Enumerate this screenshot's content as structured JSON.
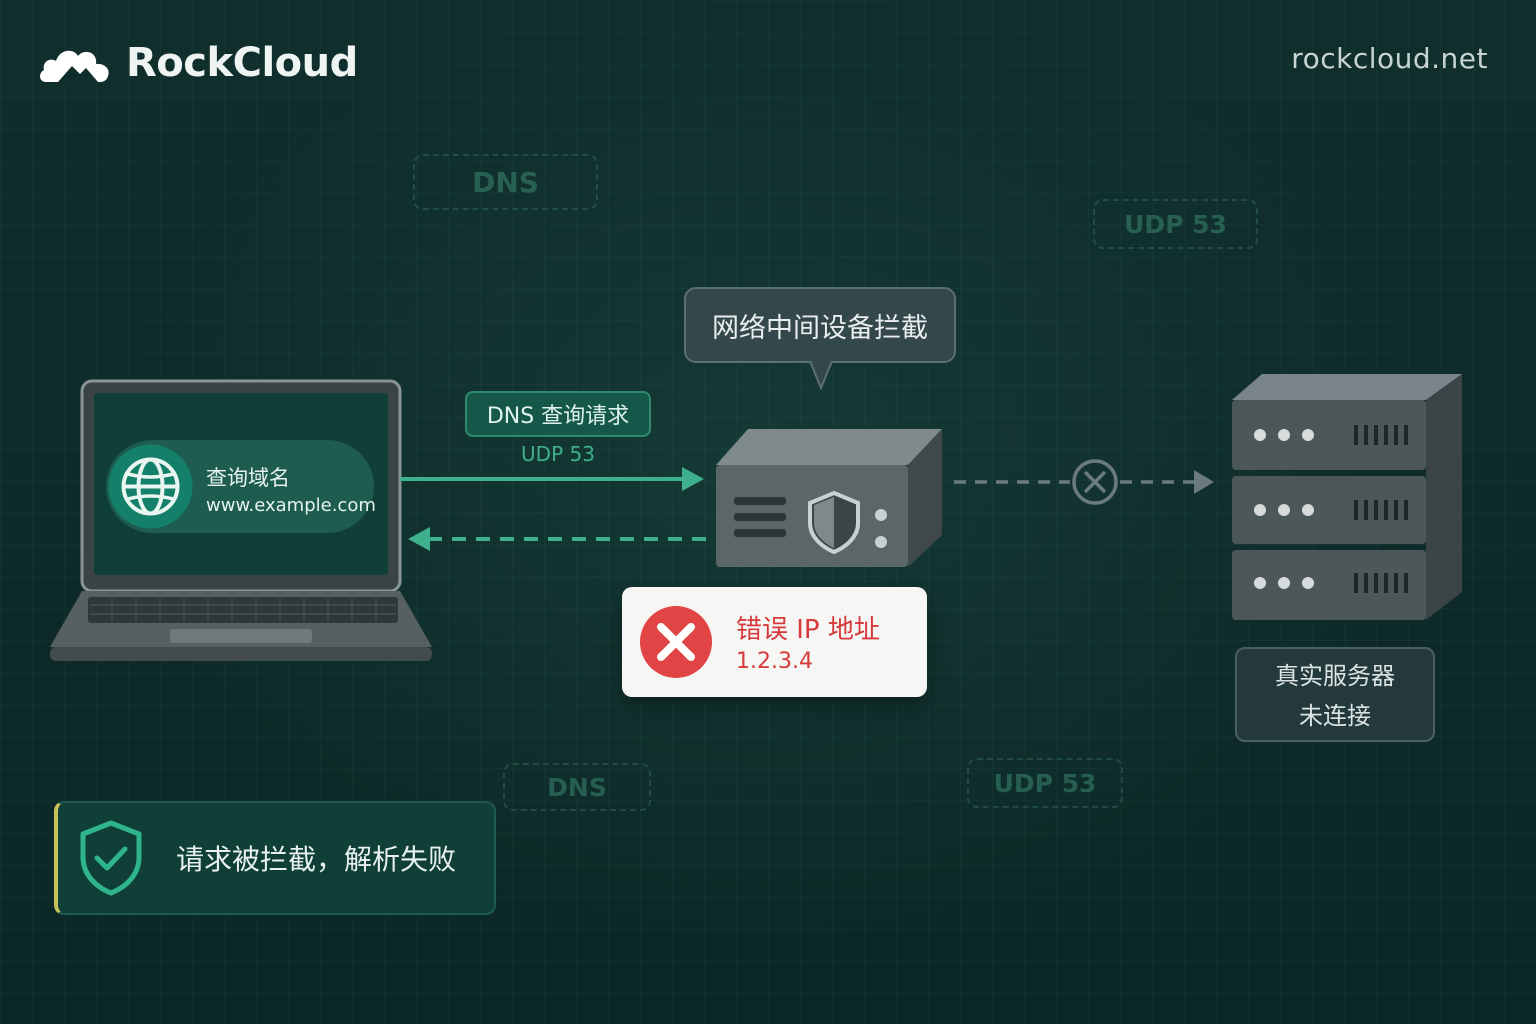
{
  "brand": {
    "name": "RockCloud",
    "url": "rockcloud.net"
  },
  "ghost_tags": {
    "dns_top": "DNS",
    "udp_top": "UDP 53",
    "dns_bottom": "DNS",
    "udp_bottom": "UDP 53"
  },
  "client": {
    "title": "查询域名",
    "domain": "www.example.com",
    "icon": "globe-icon"
  },
  "request": {
    "label": "DNS 查询请求",
    "port": "UDP 53"
  },
  "middlebox": {
    "callout": "网络中间设备拦截",
    "icon": "shield-icon"
  },
  "error": {
    "title": "错误 IP 地址",
    "ip": "1.2.3.4",
    "icon": "x-circle-icon"
  },
  "server": {
    "line1": "真实服务器",
    "line2": "未连接"
  },
  "status": {
    "text": "请求被拦截，解析失败",
    "icon": "shield-check-icon"
  },
  "colors": {
    "accent": "#3fb08c",
    "error": "#d63a3a",
    "background": "#0d2a28"
  }
}
